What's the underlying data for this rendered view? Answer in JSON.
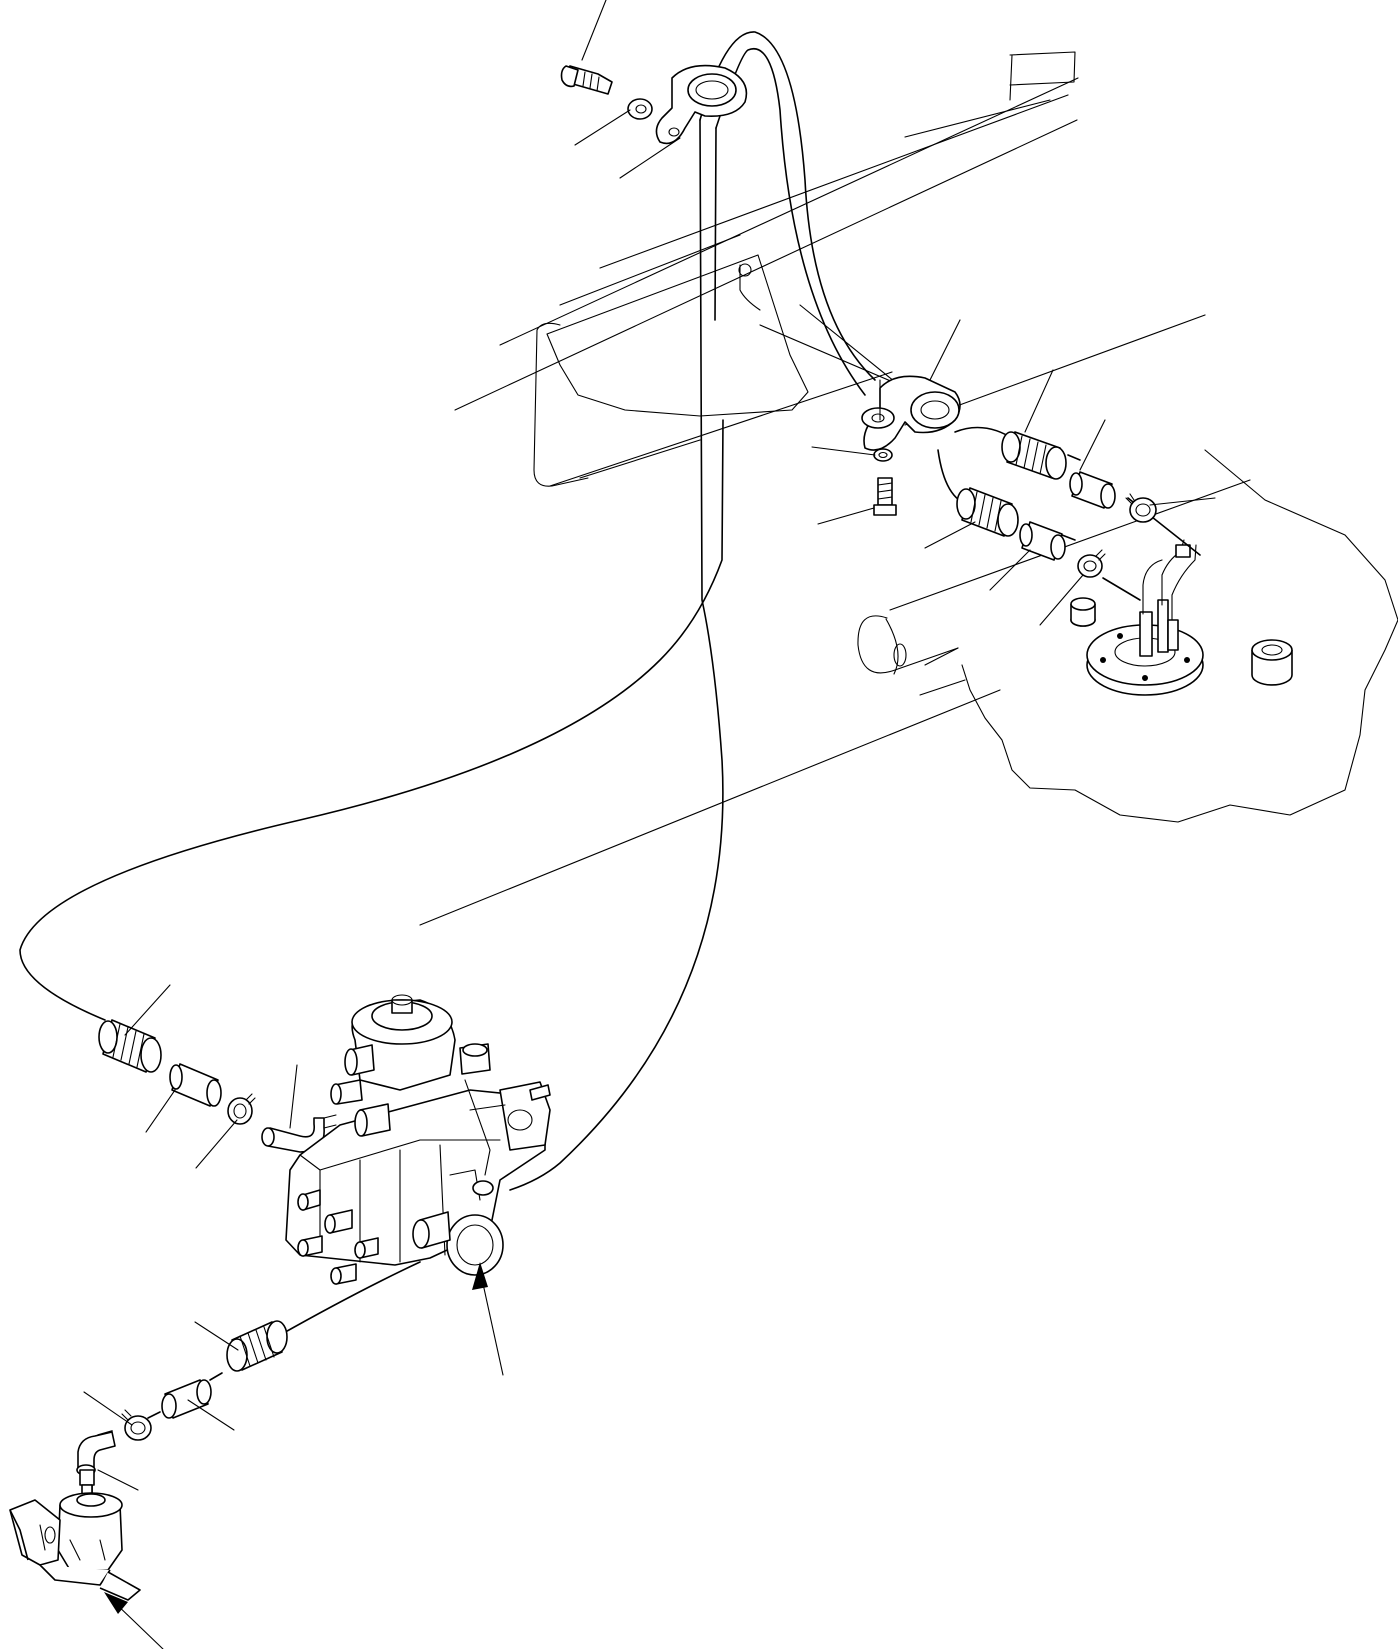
{
  "figure": {
    "kind": "exploded parts diagram - fuel piping (fuel tank to injection pump and feed pump)",
    "line_color": "#000000",
    "background_color": "#ffffff",
    "text_labels": []
  },
  "parts": [
    {
      "name": "bolt-top"
    },
    {
      "name": "washer-top"
    },
    {
      "name": "clamp-top"
    },
    {
      "name": "clamp-center"
    },
    {
      "name": "washer-center"
    },
    {
      "name": "bolt-center"
    },
    {
      "name": "spring-guard-upper-1"
    },
    {
      "name": "hose-upper-1"
    },
    {
      "name": "hose-clip-upper-1"
    },
    {
      "name": "spring-guard-upper-2"
    },
    {
      "name": "hose-upper-2"
    },
    {
      "name": "hose-clip-upper-2"
    },
    {
      "name": "spring-guard-left"
    },
    {
      "name": "hose-left"
    },
    {
      "name": "hose-clip-left"
    },
    {
      "name": "elbow-joint-pump"
    },
    {
      "name": "fuel-injection-pump"
    },
    {
      "name": "spring-guard-lower"
    },
    {
      "name": "hose-lower"
    },
    {
      "name": "hose-clip-lower"
    },
    {
      "name": "elbow-joint-feed-pump"
    },
    {
      "name": "fuel-feed-pump"
    },
    {
      "name": "fuel-tank-gauge-unit"
    }
  ]
}
